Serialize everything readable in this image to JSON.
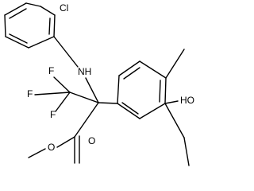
{
  "molecule": {
    "atoms": {
      "chlorine": "Cl",
      "nitrogen_h": "NH",
      "fluorine_1": "F",
      "fluorine_2": "F",
      "fluorine_3": "F",
      "hydroxyl": "HO",
      "ether_oxygen": "O",
      "carbonyl_oxygen": "O"
    }
  }
}
